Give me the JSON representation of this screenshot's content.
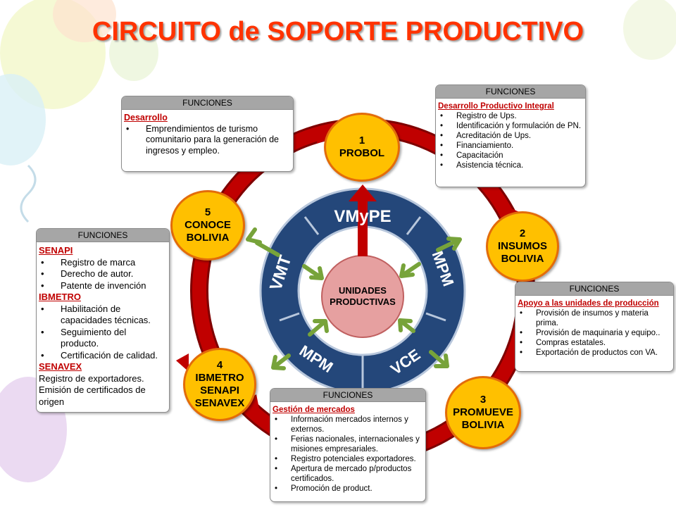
{
  "title": "CIRCUITO de SOPORTE PRODUCTIVO",
  "colors": {
    "title": "#ff3300",
    "node_fill": "#ffc000",
    "node_border": "#e36c0a",
    "ring": "#c00000",
    "inner_ring": "#1f4e79",
    "center": "#e6a0a0",
    "arrow_green": "#77a33a",
    "section_heading": "#c00000"
  },
  "center": {
    "line1": "UNIDADES",
    "line2": "PRODUCTIVAS"
  },
  "ring_labels": {
    "top": "VMyPE",
    "right": "MPM",
    "bottom_right": "VCE",
    "bottom_left": "MPM",
    "left": "VMT"
  },
  "nodes": [
    {
      "num": "1",
      "line1": "PROBOL",
      "line2": "",
      "line3": ""
    },
    {
      "num": "2",
      "line1": "INSUMOS",
      "line2": "BOLIVIA",
      "line3": ""
    },
    {
      "num": "3",
      "line1": "PROMUEVE",
      "line2": "BOLIVIA",
      "line3": ""
    },
    {
      "num": "4",
      "line1": "IBMETRO",
      "line2": "SENAPI",
      "line3": "SENAVEX"
    },
    {
      "num": "5",
      "line1": "CONOCE",
      "line2": "BOLIVIA",
      "line3": ""
    }
  ],
  "boxes": {
    "top_left": {
      "header": "FUNCIONES",
      "section": "Desarrollo",
      "items": [
        "Emprendimientos de turismo comunitario para la generación de ingresos y empleo."
      ]
    },
    "top_right": {
      "header": "FUNCIONES",
      "section": "Desarrollo Productivo Integral",
      "items": [
        "Registro de Ups.",
        "Identificación y formulación de PN.",
        "Acreditación de Ups.",
        "Financiamiento.",
        "Capacitación",
        "Asistencia técnica."
      ]
    },
    "right": {
      "header": "FUNCIONES",
      "section": "Apoyo a las unidades de producción",
      "items": [
        "Provisión de insumos y materia prima.",
        "Provisión de maquinaria y equipo..",
        "Compras estatales.",
        "Exportación de productos con VA."
      ]
    },
    "bottom": {
      "header": "FUNCIONES",
      "section": "Gestión de mercados",
      "items": [
        "Información mercados internos y externos.",
        "Ferias nacionales, internacionales y misiones empresariales.",
        "Registro potenciales exportadores.",
        "Apertura de mercado p/productos certificados.",
        "Promoción de product."
      ]
    },
    "left": {
      "header": "FUNCIONES",
      "senapi": "SENAPI",
      "senapi_items": [
        "Registro de marca",
        "Derecho de autor.",
        "Patente de invención"
      ],
      "ibmetro": "IBMETRO",
      "ibmetro_items": [
        "Habilitación de capacidades técnicas.",
        "Seguimiento del producto.",
        "Certificación de calidad."
      ],
      "senavex": "SENAVEX",
      "senavex_lines": [
        "Registro de exportadores.",
        "Emisión de certificados de origen"
      ]
    }
  }
}
